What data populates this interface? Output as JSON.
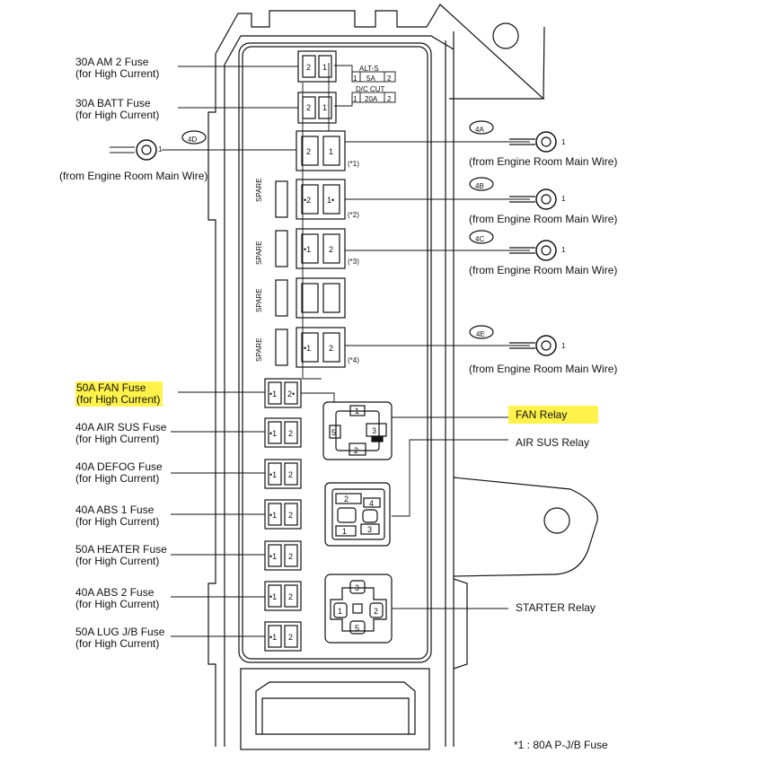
{
  "left_labels": [
    {
      "line1": "30A AM 2 Fuse",
      "line2": "(for High Current)"
    },
    {
      "line1": "30A BATT Fuse",
      "line2": "(for High Current)"
    },
    {
      "line1": "50A FAN Fuse",
      "line2": "(for High Current)"
    },
    {
      "line1": "40A AIR SUS Fuse",
      "line2": "(for High Current)"
    },
    {
      "line1": "40A DEFOG Fuse",
      "line2": "(for High Current)"
    },
    {
      "line1": "40A ABS 1 Fuse",
      "line2": "(for High Current)"
    },
    {
      "line1": "50A HEATER Fuse",
      "line2": "(for High Current)"
    },
    {
      "line1": "40A ABS 2 Fuse",
      "line2": "(for High Current)"
    },
    {
      "line1": "50A LUG J/B Fuse",
      "line2": "(for High Current)"
    }
  ],
  "left_connector": {
    "tag": "4D",
    "pin": "1",
    "caption": "(from Engine Room Main Wire)"
  },
  "right_connectors": [
    {
      "tag": "4A",
      "pin": "1",
      "caption": "(from Engine Room Main Wire)"
    },
    {
      "tag": "4B",
      "pin": "1",
      "caption": "(from Engine Room Main Wire)"
    },
    {
      "tag": "4C",
      "pin": "1",
      "caption": "(from Engine Room Main Wire)"
    },
    {
      "tag": "4E",
      "pin": "1",
      "caption": "(from Engine Room Main Wire)"
    }
  ],
  "relays": {
    "fan": "FAN Relay",
    "air_sus": "AIR SUS Relay",
    "starter": "STARTER Relay"
  },
  "fuse_ratings": {
    "alts_name": "ALT-S",
    "alts_amp": "5A",
    "dccut_name": "D/C CUT",
    "dccut_amp": "20A",
    "pin1": "1",
    "pin2": "2"
  },
  "footnotes": {
    "n1": "(*1)",
    "n2": "(*2)",
    "n3": "(*3)",
    "n4": "(*4)"
  },
  "spare_label": "SPARE",
  "footer_note": "*1 : 80A P-J/B Fuse",
  "highlight_color": "#fff24a"
}
